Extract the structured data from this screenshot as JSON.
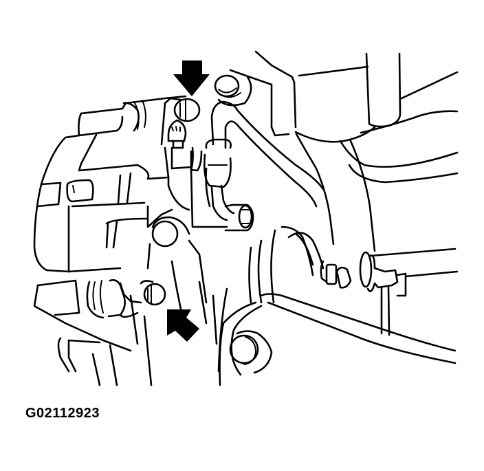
{
  "figure": {
    "id_label": "G02112923",
    "subject": "brake caliper with mounting bolts",
    "annotations": [
      {
        "type": "arrow",
        "direction": "down",
        "target": "upper caliper mounting bolt"
      },
      {
        "type": "arrow",
        "direction": "up-left",
        "target": "lower caliper mounting bolt"
      }
    ],
    "colors": {
      "line": "#000000",
      "background": "#ffffff"
    }
  }
}
